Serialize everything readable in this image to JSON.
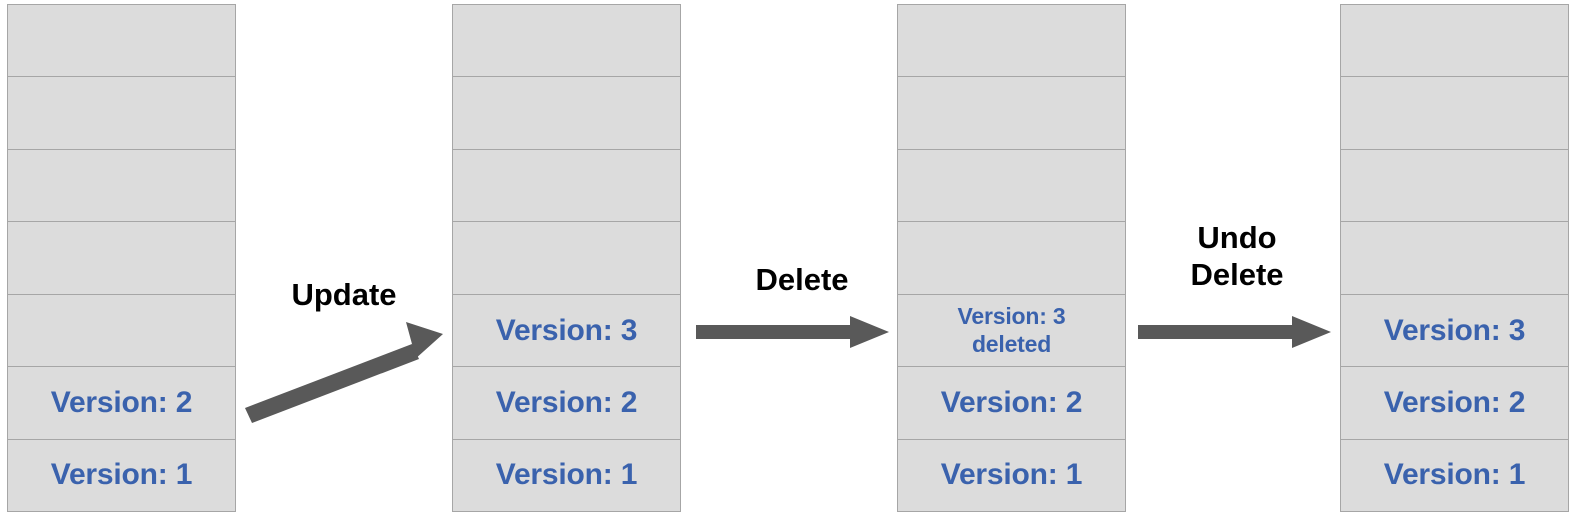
{
  "diagram": {
    "title": "Document version history with update, delete and undo delete",
    "colors": {
      "version_text": "#3a62ad",
      "cell_background": "#dcdcdc",
      "cell_border": "#a6a6a6",
      "arrow": "#595959",
      "label_text": "#000000",
      "page_background": "#ffffff"
    },
    "stacks": [
      {
        "name": "stack-initial",
        "rows": 7,
        "cells": [
          "",
          "",
          "",
          "",
          "",
          "Version: 2",
          "Version: 1"
        ]
      },
      {
        "name": "stack-after-update",
        "rows": 7,
        "cells": [
          "",
          "",
          "",
          "",
          "Version: 3",
          "Version: 2",
          "Version: 1"
        ]
      },
      {
        "name": "stack-after-delete",
        "rows": 7,
        "cells": [
          "",
          "",
          "",
          "",
          "Version: 3\ndeleted",
          "Version: 2",
          "Version: 1"
        ]
      },
      {
        "name": "stack-after-undo-delete",
        "rows": 7,
        "cells": [
          "",
          "",
          "",
          "",
          "Version: 3",
          "Version: 2",
          "Version: 1"
        ]
      }
    ],
    "arrows": [
      {
        "name": "arrow-update",
        "label": "Update",
        "direction": "diagonal-up-right"
      },
      {
        "name": "arrow-delete",
        "label": "Delete",
        "direction": "right"
      },
      {
        "name": "arrow-undo-delete",
        "label": "Undo\nDelete",
        "direction": "right"
      }
    ]
  }
}
